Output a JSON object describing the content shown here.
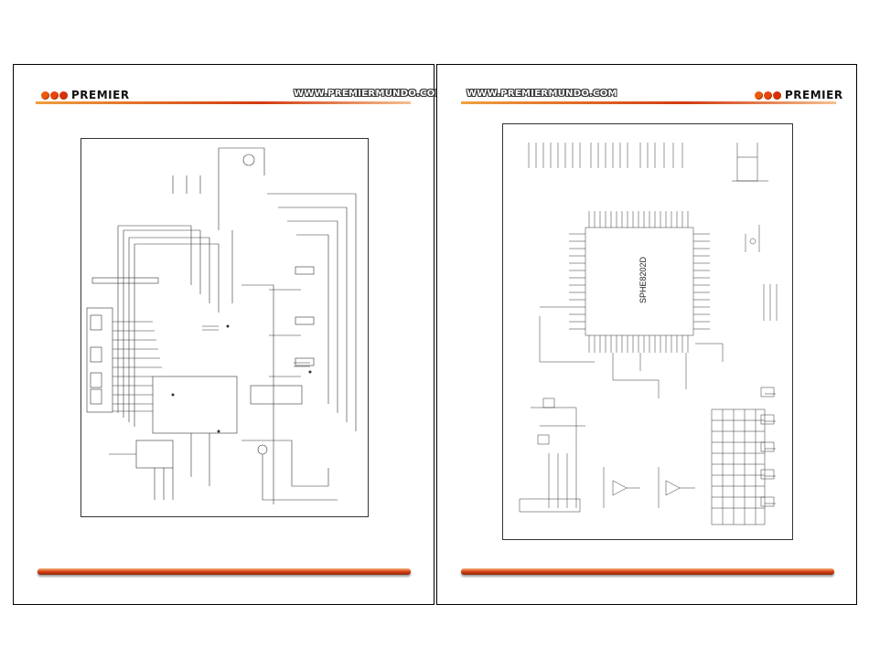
{
  "left_page": {
    "brand": "PREMIER",
    "website": "WWW.PREMIERMUNDO.COM"
  },
  "right_page": {
    "brand": "PREMIER",
    "website": "WWW.PREMIERMUNDO.COM",
    "chip_label": "SPHE8202D"
  },
  "colors": {
    "accent_orange": "#ea5a0c",
    "accent_red": "#d23a10",
    "ink": "#111111"
  }
}
